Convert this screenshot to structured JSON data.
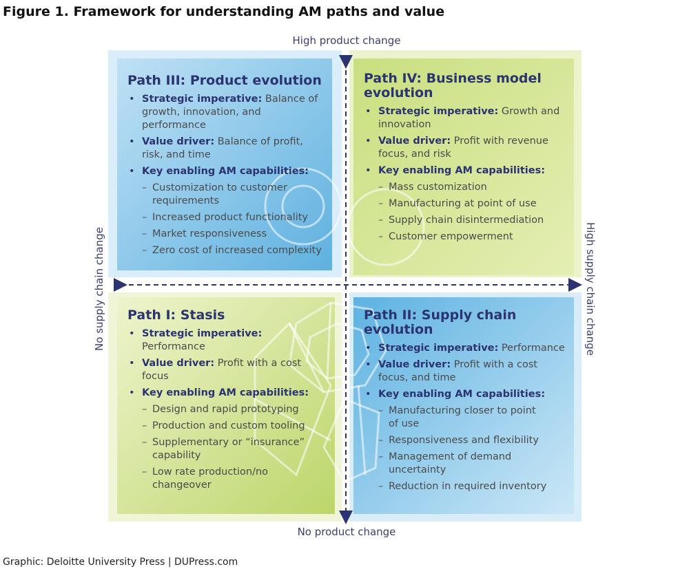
{
  "figure_title": "Figure 1. Framework for understanding AM paths and value",
  "credit": "Graphic: Deloitte University Press  |  DUPress.com",
  "axes": {
    "top": "High product change",
    "bottom": "No product change",
    "left": "No supply chain change",
    "right": "High supply chain change"
  },
  "quadrants": {
    "q3": {
      "title": "Path III: Product evolution",
      "strategic_label": "Strategic imperative:",
      "strategic_value": " Balance of growth, innovation, and performance",
      "value_label": "Value driver:",
      "value_value": " Balance of profit, risk, and time",
      "cap_label": "Key enabling AM capabilities:",
      "caps": [
        "Customization to customer requirements",
        "Increased product functionality",
        "Market responsiveness",
        "Zero cost of increased complexity"
      ]
    },
    "q4": {
      "title": "Path IV: Business model evolution",
      "strategic_label": "Strategic imperative:",
      "strategic_value": " Growth and innovation",
      "value_label": "Value driver:",
      "value_value": " Profit with revenue focus, and risk",
      "cap_label": "Key enabling AM capabilities:",
      "caps": [
        "Mass customization",
        "Manufacturing at point of use",
        "Supply chain disintermediation",
        "Customer empowerment"
      ]
    },
    "q1": {
      "title": "Path I: Stasis",
      "strategic_label": "Strategic imperative:",
      "strategic_value": " Performance",
      "value_label": "Value driver:",
      "value_value": " Profit with a cost focus",
      "cap_label": "Key enabling AM capabilities:",
      "caps": [
        "Design and rapid prototyping",
        "Production and custom tooling",
        "Supplementary or “insurance” capability",
        "Low rate production/no changeover"
      ]
    },
    "q2": {
      "title": "Path II: Supply chain evolution",
      "strategic_label": "Strategic imperative:",
      "strategic_value": " Performance",
      "value_label": "Value driver:",
      "value_value": " Profit with a cost focus, and time",
      "cap_label": "Key enabling AM capabilities:",
      "caps": [
        "Manufacturing closer to point of use",
        "Responsiveness and flexibility",
        "Management of demand uncertainty",
        "Reduction in required inventory"
      ]
    }
  },
  "colors": {
    "blue_panel": "#5fb4e3",
    "green_panel": "#b6d463",
    "axis": "#2b3370",
    "title_text": "#2b3370"
  }
}
